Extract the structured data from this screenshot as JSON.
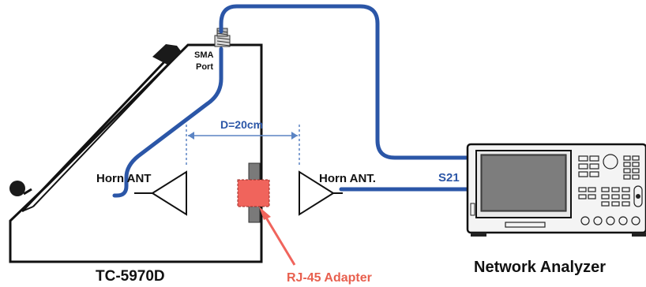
{
  "labels": {
    "sma_port_line1": "SMA",
    "sma_port_line2": "Port",
    "distance": "D=20cm",
    "horn_ant_left": "Horn ANT",
    "horn_ant_right": "Horn ANT.",
    "s21": "S21",
    "chamber": "TC-5970D",
    "adapter": "RJ-45 Adapter",
    "network_analyzer": "Network Analyzer"
  },
  "colors": {
    "cable": "#2b56a7",
    "cable_highlight": "#7fa3dd",
    "adapter_fill": "#f0645c",
    "adapter_label": "#e8604f",
    "dimension_line": "#5b84c4",
    "outline": "#111111",
    "label_blue": "#2b56a7"
  },
  "icons": {
    "chamber": "shield-box-icon",
    "antenna": "horn-antenna-icon",
    "connector": "sma-connector-icon",
    "analyzer": "network-analyzer-icon"
  }
}
